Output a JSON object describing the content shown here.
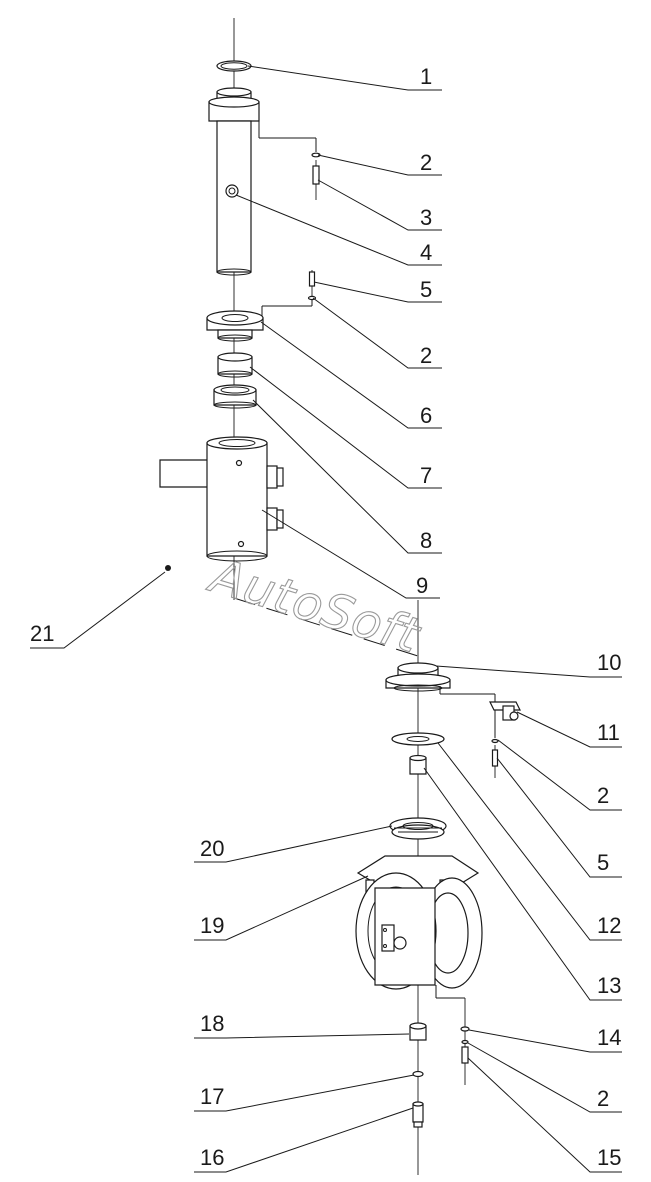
{
  "watermark": "AutoSoft",
  "callouts": [
    {
      "id": "c1",
      "label": "1"
    },
    {
      "id": "c2a",
      "label": "2"
    },
    {
      "id": "c3",
      "label": "3"
    },
    {
      "id": "c4",
      "label": "4"
    },
    {
      "id": "c5a",
      "label": "5"
    },
    {
      "id": "c2b",
      "label": "2"
    },
    {
      "id": "c6",
      "label": "6"
    },
    {
      "id": "c7",
      "label": "7"
    },
    {
      "id": "c8",
      "label": "8"
    },
    {
      "id": "c9",
      "label": "9"
    },
    {
      "id": "c21",
      "label": "21"
    },
    {
      "id": "c10",
      "label": "10"
    },
    {
      "id": "c11",
      "label": "11"
    },
    {
      "id": "c2c",
      "label": "2"
    },
    {
      "id": "c5b",
      "label": "5"
    },
    {
      "id": "c12",
      "label": "12"
    },
    {
      "id": "c13",
      "label": "13"
    },
    {
      "id": "c20",
      "label": "20"
    },
    {
      "id": "c19",
      "label": "19"
    },
    {
      "id": "c14",
      "label": "14"
    },
    {
      "id": "c18",
      "label": "18"
    },
    {
      "id": "c2d",
      "label": "2"
    },
    {
      "id": "c17",
      "label": "17"
    },
    {
      "id": "c15",
      "label": "15"
    },
    {
      "id": "c16",
      "label": "16"
    }
  ]
}
